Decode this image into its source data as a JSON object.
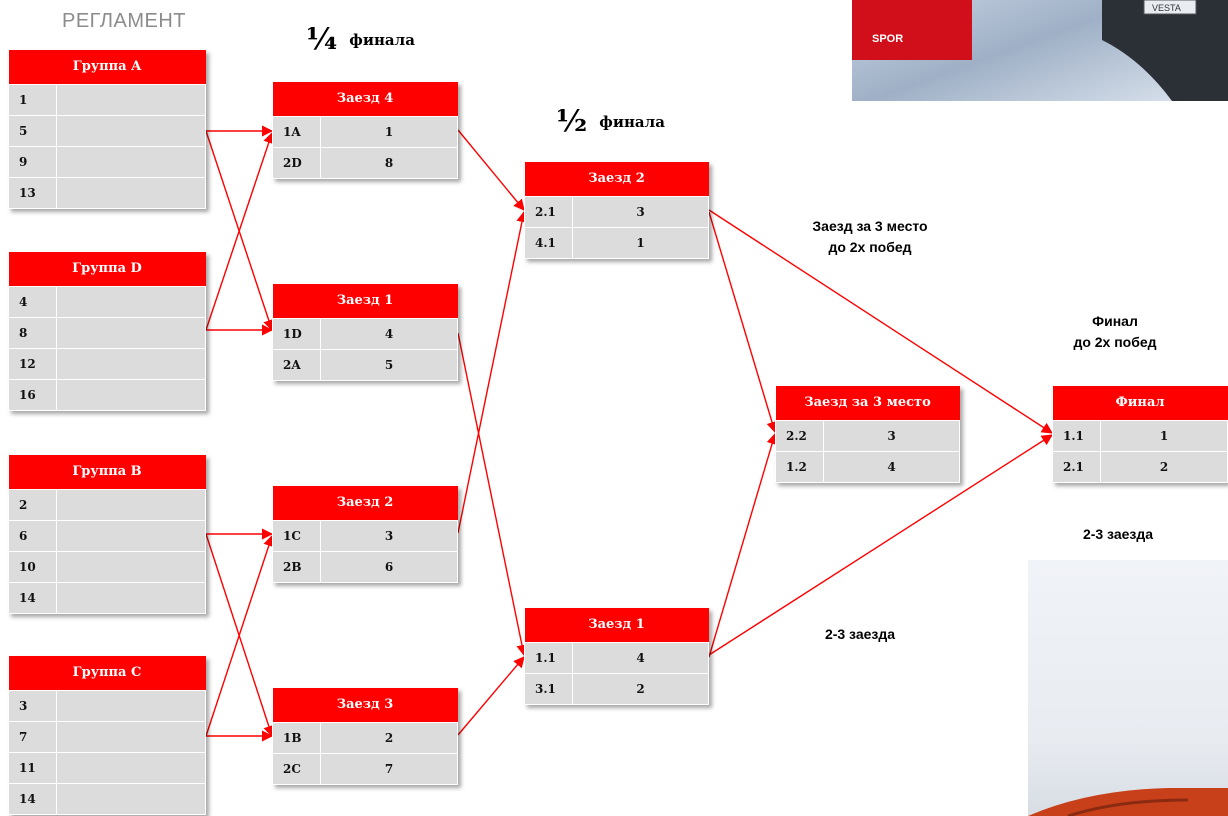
{
  "page_title": "РЕГЛАМЕНТ",
  "stages": {
    "quarter": {
      "fraction": "¼",
      "label": "финала"
    },
    "semi": {
      "fraction": "½",
      "label": "финала"
    }
  },
  "notes": {
    "third_place_line1": "Заезд за 3 место",
    "third_place_line2": "до 2х побед",
    "final_line1": "Финал",
    "final_line2": "до 2х побед",
    "heats_right": "2-3 заезда",
    "heats_center": "2-3 заезда"
  },
  "groups": [
    {
      "title": "Группа A",
      "rows": [
        "1",
        "5",
        "9",
        "13"
      ]
    },
    {
      "title": "Группа D",
      "rows": [
        "4",
        "8",
        "12",
        "16"
      ]
    },
    {
      "title": "Группа B",
      "rows": [
        "2",
        "6",
        "10",
        "14"
      ]
    },
    {
      "title": "Группа C",
      "rows": [
        "3",
        "7",
        "11",
        "14"
      ]
    }
  ],
  "quarterfinals": [
    {
      "title": "Заезд 4",
      "rows": [
        {
          "seed": "1A",
          "value": "1"
        },
        {
          "seed": "2D",
          "value": "8"
        }
      ]
    },
    {
      "title": "Заезд 1",
      "rows": [
        {
          "seed": "1D",
          "value": "4"
        },
        {
          "seed": "2A",
          "value": "5"
        }
      ]
    },
    {
      "title": "Заезд 2",
      "rows": [
        {
          "seed": "1C",
          "value": "3"
        },
        {
          "seed": "2B",
          "value": "6"
        }
      ]
    },
    {
      "title": "Заезд 3",
      "rows": [
        {
          "seed": "1B",
          "value": "2"
        },
        {
          "seed": "2C",
          "value": "7"
        }
      ]
    }
  ],
  "semifinals": [
    {
      "title": "Заезд 2",
      "rows": [
        {
          "seed": "2.1",
          "value": "3"
        },
        {
          "seed": "4.1",
          "value": "1"
        }
      ]
    },
    {
      "title": "Заезд 1",
      "rows": [
        {
          "seed": "1.1",
          "value": "4"
        },
        {
          "seed": "3.1",
          "value": "2"
        }
      ]
    }
  ],
  "third_place": {
    "title": "Заезд  за 3 место",
    "rows": [
      {
        "seed": "2.2",
        "value": "3"
      },
      {
        "seed": "1.2",
        "value": "4"
      }
    ]
  },
  "final": {
    "title": "Финал",
    "rows": [
      {
        "seed": "1.1",
        "value": "1"
      },
      {
        "seed": "2.1",
        "value": "2"
      }
    ]
  },
  "photos": {
    "top_badge": "VESTA",
    "top_banner": "SPOR"
  },
  "colors": {
    "header_red": "#ff0000",
    "cell_gray": "#dcdcdc",
    "arrow_red": "#ff0000"
  }
}
